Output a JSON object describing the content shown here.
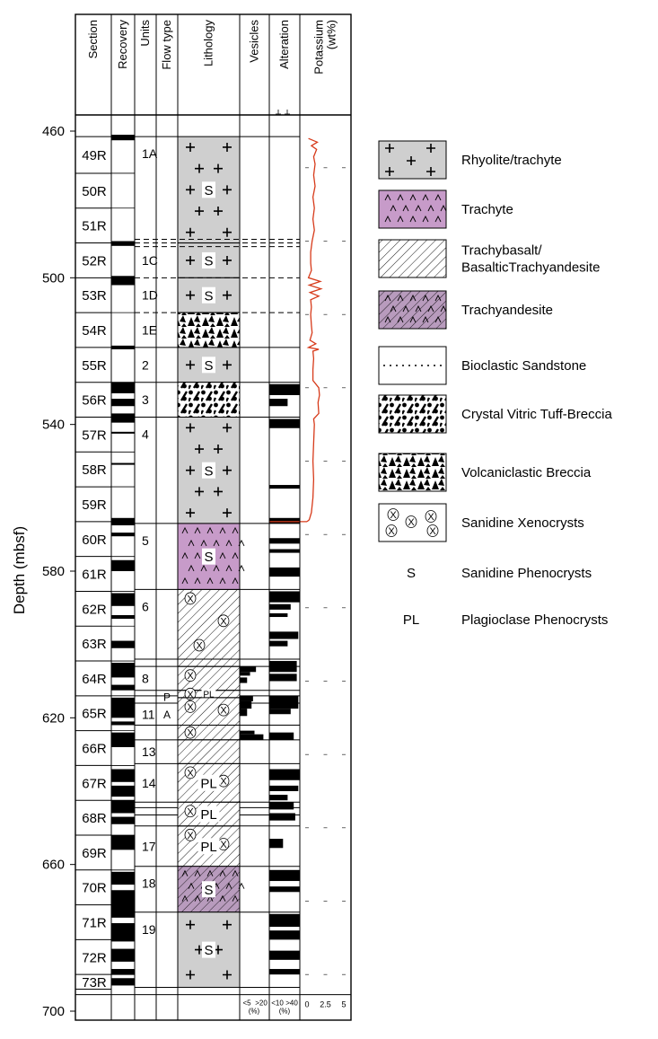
{
  "y_axis": {
    "label": "Depth (mbsf)",
    "min": 460,
    "max": 700,
    "ticks": [
      {
        "value": 460,
        "label": "460"
      },
      {
        "value": 500,
        "label": "500"
      },
      {
        "value": 540,
        "label": "540"
      },
      {
        "value": 580,
        "label": "580"
      },
      {
        "value": 620,
        "label": "620"
      },
      {
        "value": 660,
        "label": "660"
      },
      {
        "value": 700,
        "label": "700"
      }
    ]
  },
  "columns": [
    {
      "id": "section",
      "label": "Section"
    },
    {
      "id": "recovery",
      "label": "Recovery"
    },
    {
      "id": "units",
      "label": "Units"
    },
    {
      "id": "flow",
      "label": "Flow type"
    },
    {
      "id": "lith",
      "label": "Lithology"
    },
    {
      "id": "vesicles",
      "label": "Vesicles"
    },
    {
      "id": "alteration",
      "label": "Alteration"
    },
    {
      "id": "potassium",
      "label": "Potassium\n(wt%)"
    }
  ],
  "bottom_scales": {
    "vesicles": {
      "left": "<5",
      "right": ">20",
      "unit": "(%)"
    },
    "alteration": {
      "left": "<10",
      "right": ">40",
      "unit": "(%)"
    },
    "potassium": {
      "ticks": [
        "0",
        "2.5",
        "5"
      ]
    }
  },
  "sections": [
    {
      "label": "49R",
      "top": 461.5,
      "bottom": 471.5
    },
    {
      "label": "50R",
      "top": 471.5,
      "bottom": 481.0
    },
    {
      "label": "51R",
      "top": 481.0,
      "bottom": 490.5
    },
    {
      "label": "52R",
      "top": 490.5,
      "bottom": 500.0
    },
    {
      "label": "53R",
      "top": 500.0,
      "bottom": 509.5
    },
    {
      "label": "54R",
      "top": 509.5,
      "bottom": 519.0
    },
    {
      "label": "55R",
      "top": 519.0,
      "bottom": 528.5
    },
    {
      "label": "56R",
      "top": 528.5,
      "bottom": 538.0
    },
    {
      "label": "57R",
      "top": 538.0,
      "bottom": 547.5
    },
    {
      "label": "58R",
      "top": 547.5,
      "bottom": 557.0
    },
    {
      "label": "59R",
      "top": 557.0,
      "bottom": 566.5
    },
    {
      "label": "60R",
      "top": 566.5,
      "bottom": 576.0
    },
    {
      "label": "61R",
      "top": 576.0,
      "bottom": 585.5
    },
    {
      "label": "62R",
      "top": 585.5,
      "bottom": 595.0
    },
    {
      "label": "63R",
      "top": 595.0,
      "bottom": 604.5
    },
    {
      "label": "64R",
      "top": 604.5,
      "bottom": 614.0
    },
    {
      "label": "65R",
      "top": 614.0,
      "bottom": 623.5
    },
    {
      "label": "66R",
      "top": 623.5,
      "bottom": 633.0
    },
    {
      "label": "67R",
      "top": 633.0,
      "bottom": 642.5
    },
    {
      "label": "68R",
      "top": 642.5,
      "bottom": 652.0
    },
    {
      "label": "69R",
      "top": 652.0,
      "bottom": 661.5
    },
    {
      "label": "70R",
      "top": 661.5,
      "bottom": 671.0
    },
    {
      "label": "71R",
      "top": 671.0,
      "bottom": 680.5
    },
    {
      "label": "72R",
      "top": 680.5,
      "bottom": 690.0
    },
    {
      "label": "73R",
      "top": 690.0,
      "bottom": 694.0
    }
  ],
  "recovery_intervals": [
    [
      461.0,
      462.5
    ],
    [
      490.0,
      491.3
    ],
    [
      499.5,
      502.0
    ],
    [
      518.5,
      519.5
    ],
    [
      528.5,
      531.5
    ],
    [
      533.0,
      535.0
    ],
    [
      537.0,
      539.5
    ],
    [
      542.0,
      542.5
    ],
    [
      550.5,
      551.0
    ],
    [
      565.5,
      567.5
    ],
    [
      569.5,
      570.5
    ],
    [
      577.0,
      580.0
    ],
    [
      586.0,
      589.5
    ],
    [
      592.0,
      593.0
    ],
    [
      599.0,
      601.0
    ],
    [
      605.0,
      609.0
    ],
    [
      611.0,
      612.5
    ],
    [
      614.5,
      620.0
    ],
    [
      621.0,
      622.0
    ],
    [
      624.0,
      628.0
    ],
    [
      634.0,
      637.5
    ],
    [
      638.5,
      641.5
    ],
    [
      642.5,
      646.0
    ],
    [
      647.0,
      649.0
    ],
    [
      652.0,
      656.0
    ],
    [
      662.0,
      665.5
    ],
    [
      667.0,
      674.5
    ],
    [
      676.0,
      681.0
    ],
    [
      683.0,
      686.5
    ],
    [
      688.5,
      690.0
    ],
    [
      691.0,
      693.0
    ]
  ],
  "units": [
    {
      "label": "1A",
      "top": 461.5,
      "bottom": 490.5
    },
    {
      "label": "1C",
      "top": 490.5,
      "bottom": 500.0
    },
    {
      "label": "1D",
      "top": 500.0,
      "bottom": 509.5
    },
    {
      "label": "1E",
      "top": 509.5,
      "bottom": 519.0
    },
    {
      "label": "2",
      "top": 519.0,
      "bottom": 528.5
    },
    {
      "label": "3",
      "top": 528.5,
      "bottom": 538.0
    },
    {
      "label": "4",
      "top": 538.0,
      "bottom": 567.0
    },
    {
      "label": "5",
      "top": 567.0,
      "bottom": 585.0
    },
    {
      "label": "6",
      "top": 585.0,
      "bottom": 606.0
    },
    {
      "label": "8",
      "top": 606.0,
      "bottom": 612.5
    },
    {
      "label": "11",
      "top": 616.0,
      "bottom": 622.0
    },
    {
      "label": "13",
      "top": 626.0,
      "bottom": 632.5
    },
    {
      "label": "14",
      "top": 632.5,
      "bottom": 643.0
    },
    {
      "label": "17",
      "top": 649.5,
      "bottom": 660.5
    },
    {
      "label": "18",
      "top": 660.5,
      "bottom": 673.0
    },
    {
      "label": "19",
      "top": 673.0,
      "bottom": 693.5
    }
  ],
  "unit_boundaries": [
    461.5,
    519.0,
    528.5,
    538.0,
    567.0,
    585.0,
    604.0,
    606.0,
    612.5,
    614.0,
    616.0,
    622.0,
    626.0,
    632.5,
    643.0,
    644.5,
    646.5,
    649.5,
    660.5,
    673.0,
    693.5
  ],
  "flow_type_labels": [
    {
      "label": "P",
      "top": 612.5,
      "bottom": 616.0
    },
    {
      "label": "A",
      "top": 616.0,
      "bottom": 622.0
    }
  ],
  "lithology": [
    {
      "type": "rhyolite",
      "top": 461.5,
      "bottom": 490.5,
      "marker": "S",
      "crosses": true
    },
    {
      "type": "rhyolite",
      "top": 490.5,
      "bottom": 500.0,
      "marker": "S",
      "crosses": true
    },
    {
      "type": "rhyolite",
      "top": 500.0,
      "bottom": 509.5,
      "marker": "S",
      "crosses": true
    },
    {
      "type": "volc_breccia",
      "top": 509.5,
      "bottom": 519.0,
      "marker": "",
      "crosses": false
    },
    {
      "type": "rhyolite",
      "top": 519.0,
      "bottom": 528.5,
      "marker": "S",
      "crosses": true
    },
    {
      "type": "tuff_breccia",
      "top": 528.5,
      "bottom": 538.0,
      "marker": "",
      "crosses": false
    },
    {
      "type": "rhyolite",
      "top": 538.0,
      "bottom": 567.0,
      "marker": "S",
      "crosses": true
    },
    {
      "type": "trachyte",
      "top": 567.0,
      "bottom": 585.0,
      "marker": "S",
      "crosses": false
    },
    {
      "type": "trachybasalt",
      "top": 585.0,
      "bottom": 604.0,
      "marker": "",
      "crosses": false,
      "xenos": true
    },
    {
      "type": "trachybasalt",
      "top": 604.0,
      "bottom": 606.0,
      "marker": "",
      "crosses": false
    },
    {
      "type": "trachybasalt",
      "top": 606.0,
      "bottom": 612.5,
      "marker": "",
      "crosses": false,
      "xenos": true
    },
    {
      "type": "trachybasalt",
      "top": 612.5,
      "bottom": 614.5,
      "marker": "PL",
      "crosses": false,
      "xenos": true
    },
    {
      "type": "trachybasalt",
      "top": 614.5,
      "bottom": 622.0,
      "marker": "",
      "crosses": false,
      "xenos": true
    },
    {
      "type": "trachybasalt",
      "top": 622.0,
      "bottom": 626.0,
      "marker": "",
      "crosses": false,
      "xenos": true
    },
    {
      "type": "trachybasalt",
      "top": 626.0,
      "bottom": 632.5,
      "marker": "",
      "crosses": false
    },
    {
      "type": "trachybasalt",
      "top": 632.5,
      "bottom": 643.0,
      "marker": "PL",
      "crosses": false,
      "xenos": true
    },
    {
      "type": "trachybasalt",
      "top": 643.0,
      "bottom": 649.5,
      "marker": "PL",
      "crosses": false,
      "xenos": true
    },
    {
      "type": "trachybasalt",
      "top": 649.5,
      "bottom": 660.5,
      "marker": "PL",
      "crosses": false,
      "xenos": true
    },
    {
      "type": "trachyandesite",
      "top": 660.5,
      "bottom": 673.0,
      "marker": "S",
      "crosses": false
    },
    {
      "type": "rhyolite",
      "top": 673.0,
      "bottom": 693.5,
      "marker": "S",
      "crosses": true
    }
  ],
  "dashed_boundaries": [
    489.5,
    490.5,
    491.5,
    500.0,
    509.5
  ],
  "vesicle_bars": [
    [
      606.0,
      607.5,
      0.55
    ],
    [
      607.5,
      608.5,
      0.35
    ],
    [
      609.0,
      610.5,
      0.25
    ],
    [
      614.0,
      615.5,
      0.45
    ],
    [
      615.5,
      617.5,
      0.4
    ],
    [
      617.5,
      619.5,
      0.25
    ],
    [
      623.5,
      624.5,
      0.5
    ],
    [
      624.5,
      626.0,
      0.8
    ]
  ],
  "alteration_bars": [
    [
      529.0,
      532.0,
      1.0
    ],
    [
      533.0,
      535.0,
      0.6
    ],
    [
      538.5,
      541.0,
      1.0
    ],
    [
      556.5,
      557.5,
      1.0
    ],
    [
      565.5,
      567.0,
      1.0
    ],
    [
      571.0,
      572.5,
      1.0
    ],
    [
      574.0,
      575.0,
      1.0
    ],
    [
      579.0,
      581.5,
      1.0
    ],
    [
      585.5,
      588.5,
      1.0
    ],
    [
      589.0,
      590.5,
      0.7
    ],
    [
      591.5,
      592.5,
      0.6
    ],
    [
      596.5,
      598.5,
      0.95
    ],
    [
      599.0,
      600.5,
      0.6
    ],
    [
      604.5,
      607.5,
      0.9
    ],
    [
      608.0,
      610.0,
      0.9
    ],
    [
      614.0,
      617.5,
      0.95
    ],
    [
      617.5,
      619.0,
      0.7
    ],
    [
      624.0,
      626.0,
      0.8
    ],
    [
      634.0,
      637.0,
      1.0
    ],
    [
      638.5,
      640.0,
      0.95
    ],
    [
      641.0,
      642.5,
      0.6
    ],
    [
      643.0,
      645.0,
      0.8
    ],
    [
      646.0,
      648.0,
      0.85
    ],
    [
      653.0,
      655.5,
      0.45
    ],
    [
      661.5,
      664.5,
      1.0
    ],
    [
      666.0,
      667.5,
      1.0
    ],
    [
      673.5,
      677.0,
      1.0
    ],
    [
      678.0,
      680.5,
      1.0
    ],
    [
      683.5,
      686.0,
      1.0
    ],
    [
      688.5,
      690.0,
      1.0
    ]
  ],
  "potassium_curve": [
    [
      462.0,
      0.2
    ],
    [
      463.0,
      1.4
    ],
    [
      464.0,
      0.6
    ],
    [
      465.0,
      1.3
    ],
    [
      467.0,
      0.9
    ],
    [
      469.0,
      1.1
    ],
    [
      472.0,
      0.9
    ],
    [
      475.0,
      1.1
    ],
    [
      478.0,
      0.8
    ],
    [
      481.0,
      1.0
    ],
    [
      484.0,
      0.8
    ],
    [
      487.0,
      1.0
    ],
    [
      490.0,
      0.7
    ],
    [
      493.0,
      0.5
    ],
    [
      496.0,
      0.5
    ],
    [
      498.0,
      0.6
    ],
    [
      500.0,
      0.2
    ],
    [
      501.0,
      1.8
    ],
    [
      502.0,
      0.3
    ],
    [
      503.0,
      1.9
    ],
    [
      504.0,
      0.4
    ],
    [
      505.0,
      1.6
    ],
    [
      506.0,
      0.5
    ],
    [
      508.0,
      0.6
    ],
    [
      510.0,
      0.5
    ],
    [
      513.0,
      0.6
    ],
    [
      515.0,
      0.7
    ],
    [
      517.0,
      0.4
    ],
    [
      518.0,
      1.2
    ],
    [
      519.0,
      0.2
    ],
    [
      519.5,
      1.6
    ],
    [
      520.0,
      0.8
    ],
    [
      522.0,
      0.9
    ],
    [
      525.0,
      0.8
    ],
    [
      528.0,
      0.8
    ],
    [
      530.0,
      1.6
    ],
    [
      532.0,
      1.7
    ],
    [
      534.0,
      1.5
    ],
    [
      537.0,
      1.6
    ],
    [
      538.5,
      0.9
    ],
    [
      540.0,
      1.0
    ],
    [
      545.0,
      0.9
    ],
    [
      550.0,
      0.8
    ],
    [
      555.0,
      0.9
    ],
    [
      560.0,
      0.8
    ],
    [
      564.0,
      0.6
    ],
    [
      566.0,
      0.3
    ],
    [
      566.5,
      0.0
    ]
  ],
  "legend": [
    {
      "type": "rhyolite",
      "label": "Rhyolite/trachyte"
    },
    {
      "type": "trachyte",
      "label": "Trachyte"
    },
    {
      "type": "trachybasalt",
      "label": "Trachybasalt/\nBasalticTrachyandesite"
    },
    {
      "type": "trachyandesite",
      "label": "Trachyandesite"
    },
    {
      "type": "sandstone",
      "label": "Bioclastic Sandstone"
    },
    {
      "type": "tuff_breccia",
      "label": "Crystal Vitric Tuff-Breccia"
    },
    {
      "type": "volc_breccia",
      "label": "Volcaniclastic Breccia"
    },
    {
      "type": "xenocrysts",
      "label": "Sanidine Xenocrysts"
    },
    {
      "type": "symbol",
      "symbol": "S",
      "label": "Sanidine Phenocrysts"
    },
    {
      "type": "symbol",
      "symbol": "PL",
      "label": "Plagioclase Phenocrysts"
    }
  ],
  "colors": {
    "rhyolite": "#cfcfcf",
    "trachyte": "#c79bc9",
    "trachyandesite": "#b89bbd",
    "potassium": "#d73a1a",
    "ink": "#000000"
  }
}
